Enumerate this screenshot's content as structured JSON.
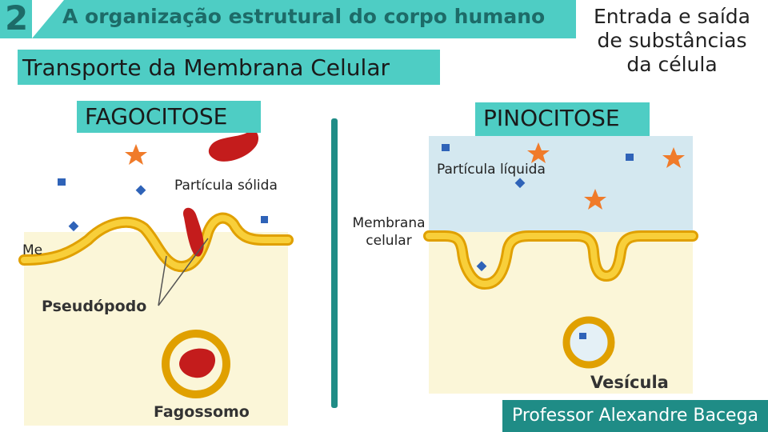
{
  "header": {
    "number": "2",
    "title": "A organização estrutural do corpo humano"
  },
  "subtitle": "Transporte da Membrana Celular",
  "side_note": [
    "Entrada e saída",
    "de substâncias",
    "da célula"
  ],
  "fagocitose": {
    "label": "FAGOCITOSE",
    "particle_label": "Partícula sólida",
    "cut_label": "Me",
    "pseudopod_label": "Pseudópodo",
    "phagosome_label": "Fagossomo"
  },
  "pinocitose": {
    "label": "PINOCITOSE",
    "particle_label": "Partícula líquida",
    "membrane_label": [
      "Membrana",
      "celular"
    ],
    "vesicle_label": "Vesícula"
  },
  "credit": "Professor Alexandre Bacega",
  "colors": {
    "accent": "#4ecdc4",
    "accent_dark": "#1f8c86",
    "membrane": "#f4b400",
    "cytoplasm": "#fbf6d8",
    "extracellular": "#d4e8f0",
    "particle": "#c41c1c",
    "star": "#f07b2a",
    "dot": "#2f63b8"
  }
}
